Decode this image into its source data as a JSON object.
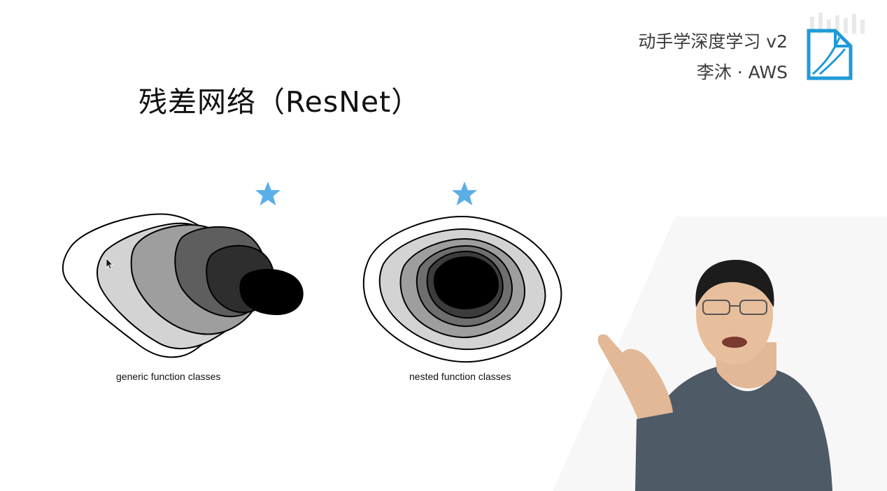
{
  "course": {
    "title": "动手学深度学习 v2",
    "author": "李沐 · AWS"
  },
  "slide": {
    "title": "残差网络（ResNet）"
  },
  "diagrams": {
    "generic_caption": "generic function classes",
    "nested_caption": "nested function classes"
  },
  "colors": {
    "star": "#5aaee8",
    "logo_accent": "#1e9ad6"
  },
  "icons": {
    "star": "star-icon",
    "cursor": "mouse-pointer-icon",
    "logo": "d2l-logo-icon"
  }
}
